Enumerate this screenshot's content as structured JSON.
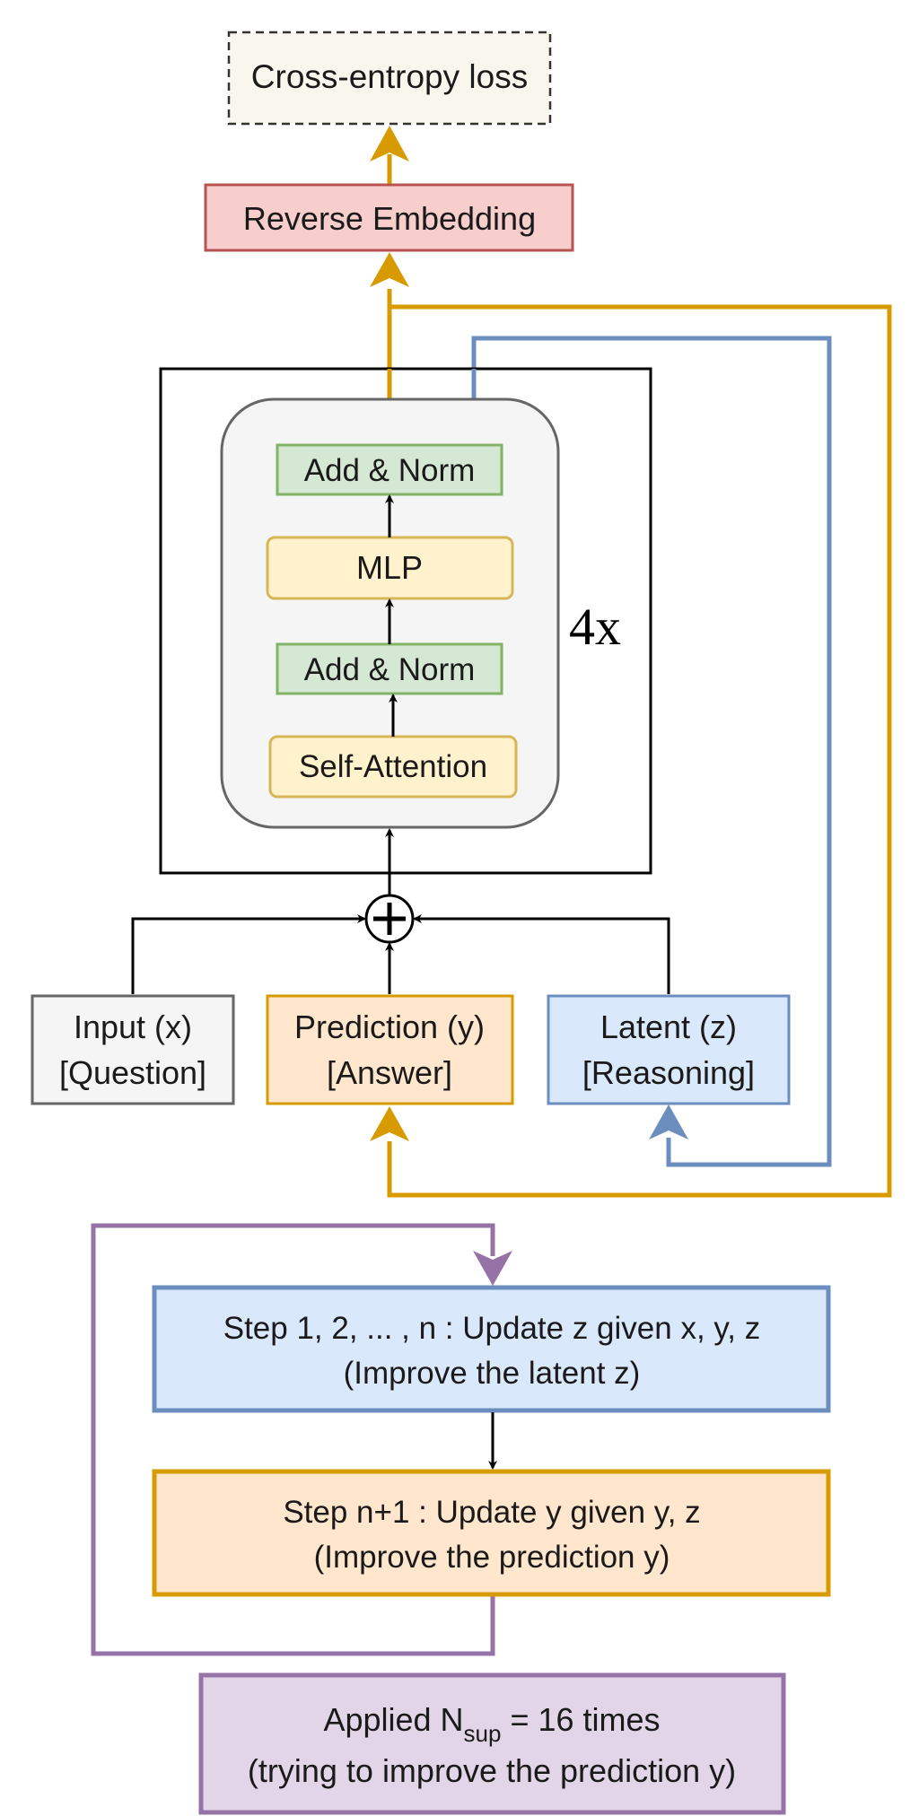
{
  "loss": {
    "label": "Cross-entropy loss"
  },
  "reverse_embedding": {
    "label": "Reverse Embedding"
  },
  "block": {
    "add_norm_top": "Add & Norm",
    "mlp": "MLP",
    "add_norm_bottom": "Add & Norm",
    "self_attention": "Self-Attention",
    "repeat": "4x"
  },
  "inputs": {
    "x": {
      "line1": "Input (x)",
      "line2": "[Question]"
    },
    "y": {
      "line1": "Prediction (y)",
      "line2": "[Answer]"
    },
    "z": {
      "line1": "Latent (z)",
      "line2": "[Reasoning]"
    }
  },
  "steps": {
    "step_z": {
      "line1": "Step 1, 2, ... , n : Update z given x, y, z",
      "line2": "(Improve the latent z)"
    },
    "step_y": {
      "line1": "Step n+1 : Update y given y, z",
      "line2": "(Improve the prediction y)"
    }
  },
  "applied": {
    "prefix": "Applied N",
    "subscript": "sup",
    "suffix": " = 16 times",
    "line2": "(trying to improve the prediction y)"
  },
  "colors": {
    "gold": "#d79b00",
    "blue": "#6c8ebf",
    "purple": "#9673a6",
    "red_fill": "#f8cecc",
    "red_stroke": "#b85450",
    "green_fill": "#d5e8d4",
    "green_stroke": "#82b366",
    "yellow_fill": "#fff2cc",
    "yellow_stroke": "#d6b656",
    "orange_fill": "#ffe6cc",
    "blue_fill": "#dae8fc",
    "purple_fill": "#e1d5e7",
    "grey_fill": "#f5f5f5",
    "beige_fill": "#f9f7ed"
  }
}
